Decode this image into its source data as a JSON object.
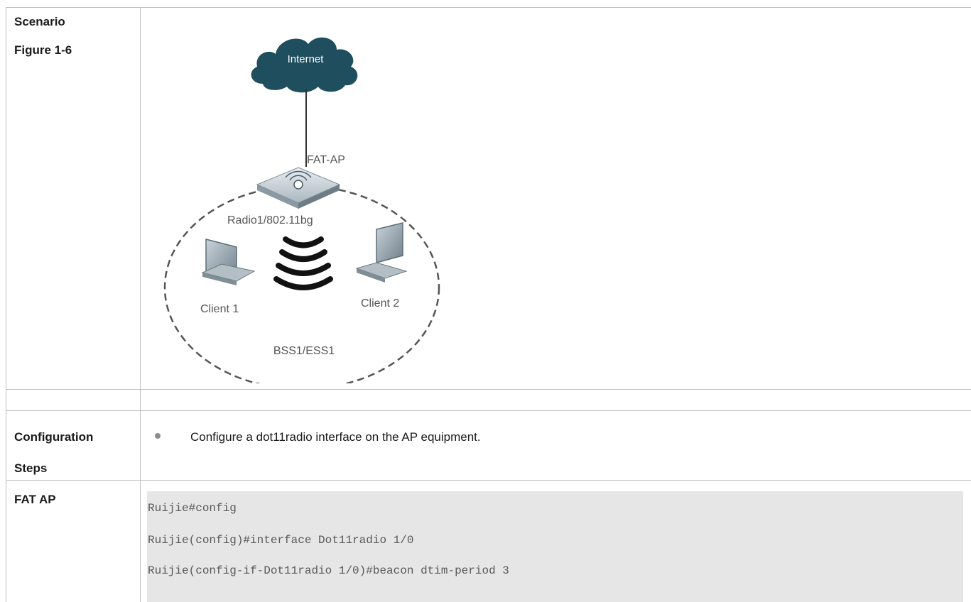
{
  "rows": {
    "scenario_label": "Scenario",
    "figure_label": "Figure 1-6",
    "config_label_line1": "Configuration",
    "config_label_line2": "Steps",
    "fat_ap_label": "FAT AP"
  },
  "diagram": {
    "internet": "Internet",
    "ap_label": "FAT-AP",
    "radio_label": "Radio1/802.11bg",
    "client1": "Client 1",
    "client2": "Client 2",
    "bss_label": "BSS1/ESS1"
  },
  "steps": {
    "bullet": "Configure a dot11radio interface on the AP equipment."
  },
  "code": {
    "lines": [
      "Ruijie#config",
      "Ruijie(config)#interface Dot11radio 1/0",
      "Ruijie(config-if-Dot11radio 1/0)#beacon dtim-period 3"
    ]
  },
  "colors": {
    "cloud": "#1f4e5f",
    "border": "#bfbfbf",
    "code_bg": "#e6e6e6"
  }
}
